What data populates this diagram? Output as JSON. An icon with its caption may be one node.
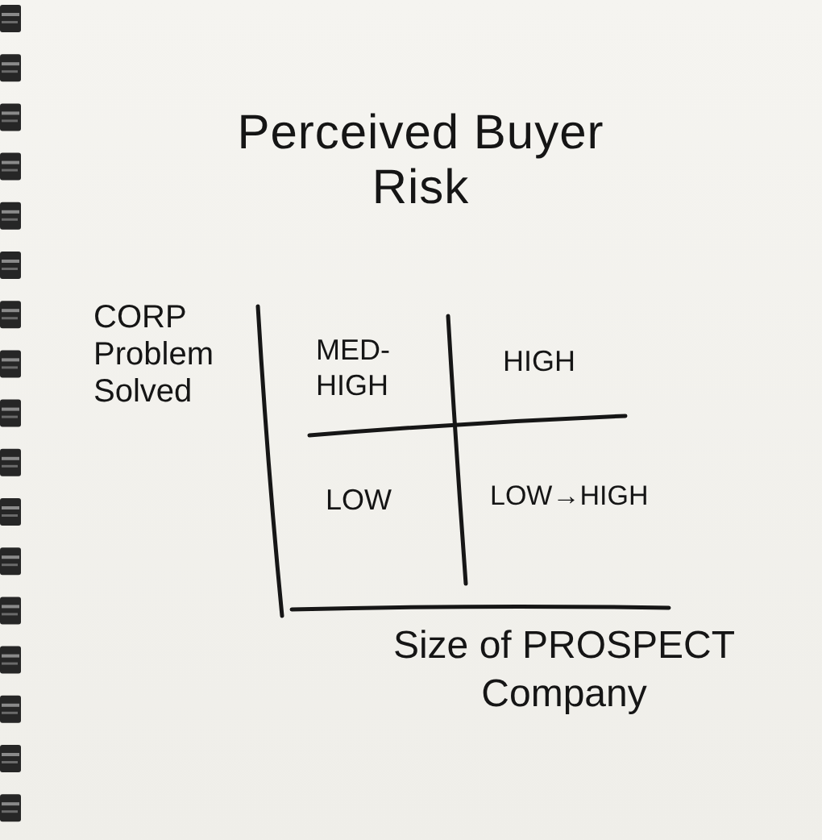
{
  "diagram": {
    "title": "Perceived Buyer Risk",
    "labels": [
      "CORP Problem Solved",
      "MED-HIGH",
      "HIGH",
      "LOW",
      "LOW→HIGH",
      "Size of PROSPECT Company"
    ]
  }
}
